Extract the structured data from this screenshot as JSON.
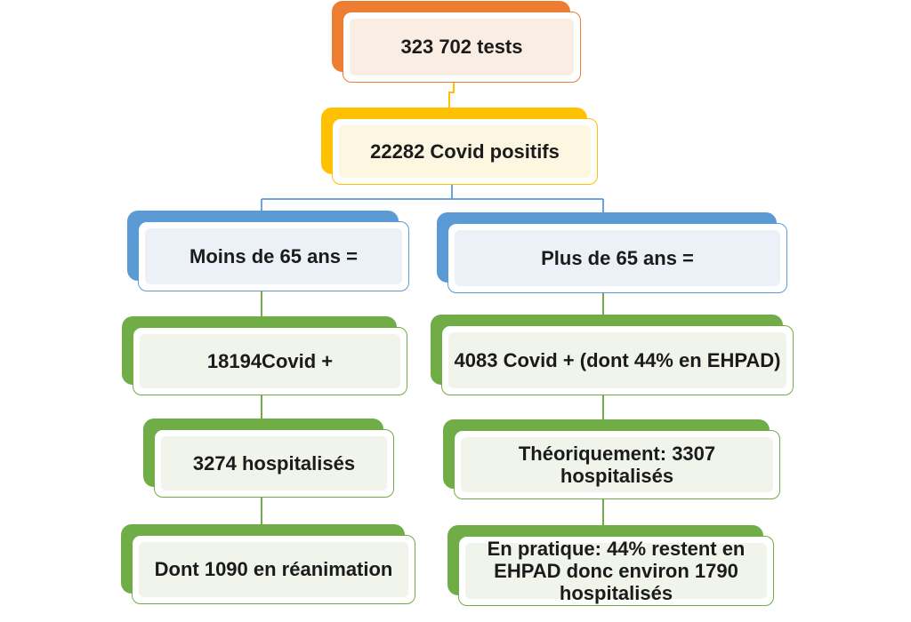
{
  "palette": {
    "orange": "#ED7D31",
    "orange_tint": "#FAEEE4",
    "yellow": "#FFC000",
    "yellow_tint": "#FDF6E1",
    "blue": "#5B9BD5",
    "blue_tint": "#ECF1F8",
    "green": "#70AD47",
    "green_tint": "#F0F4EB",
    "text": "#1B1B1B",
    "connector_yellow": "#FFC000",
    "connector_blue": "#5B9BD5",
    "connector_green": "#70AD47"
  },
  "flowchart": {
    "root": {
      "label": "323 702 tests"
    },
    "level2": {
      "label": "22282 Covid positifs"
    },
    "branches": {
      "under65": {
        "header": "Moins de 65 ans =",
        "steps": [
          "18194Covid +",
          "3274 hospitalisés",
          "Dont 1090 en réanimation"
        ]
      },
      "over65": {
        "header": "Plus de 65 ans =",
        "steps": [
          "4083 Covid + (dont 44% en EHPAD)",
          "Théoriquement: 3307\nhospitalisés",
          "En pratique: 44% restent en\nEHPAD donc environ 1790\nhospitalisés"
        ]
      }
    }
  }
}
